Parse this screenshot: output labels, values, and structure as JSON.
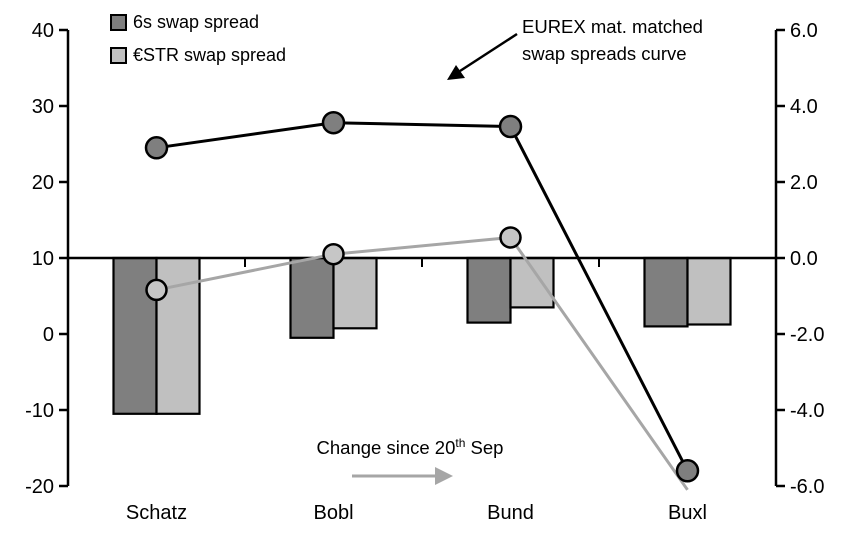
{
  "legend": {
    "items": [
      {
        "label": "6s swap spread",
        "color": "#7f7f7f"
      },
      {
        "label": "€STR swap spread",
        "color": "#c0c0c0"
      }
    ]
  },
  "annotations": {
    "curve_label_line1": "EUREX mat. matched",
    "curve_label_line2": "swap spreads curve",
    "change_label_prefix": "Change since 20",
    "change_label_sup": "th",
    "change_label_suffix": " Sep"
  },
  "colors": {
    "black_line": "#000000",
    "gray_line": "#a6a6a6",
    "dark_fill": "#7f7f7f",
    "light_fill": "#c0c0c0",
    "axis": "#000000"
  },
  "chart_data": {
    "type": "combo (line + bar, dual axis)",
    "categories": [
      "Schatz",
      "Bobl",
      "Bund",
      "Buxl"
    ],
    "left_axis": {
      "min": -20,
      "max": 40,
      "ticks": [
        40,
        30,
        20,
        10,
        0,
        -10,
        -20
      ],
      "tick_labels": [
        "40",
        "30",
        "20",
        "10",
        "0",
        "-10",
        "-20"
      ]
    },
    "right_axis": {
      "min": -6,
      "max": 6,
      "ticks": [
        6,
        4,
        2,
        0,
        -2,
        -4,
        -6
      ],
      "tick_labels": [
        "6.0",
        "4.0",
        "2.0",
        "0.0",
        "-2.0",
        "-4.0",
        "-6.0"
      ]
    },
    "line_series": [
      {
        "name": "6s swap spread (EUREX mat. matched curve)",
        "axis": "left",
        "color": "#000000",
        "marker_fill": "#7f7f7f",
        "values": [
          24.5,
          27.8,
          27.3,
          -18.0
        ]
      },
      {
        "name": "€STR swap spread (EUREX mat. matched curve)",
        "axis": "left",
        "color": "#a6a6a6",
        "marker_fill": "#c6c6c6",
        "values": [
          5.8,
          10.5,
          12.7,
          -20.5
        ]
      }
    ],
    "bar_series": [
      {
        "name": "6s swap spread — change since 20th Sep",
        "axis": "right",
        "color": "#7f7f7f",
        "values": [
          -4.1,
          -2.1,
          -1.7,
          -1.8
        ]
      },
      {
        "name": "€STR swap spread — change since 20th Sep",
        "axis": "right",
        "color": "#c0c0c0",
        "values": [
          -4.1,
          -1.85,
          -1.3,
          -1.75
        ]
      }
    ],
    "legend_position": "top-left inside plot",
    "grid": false
  }
}
